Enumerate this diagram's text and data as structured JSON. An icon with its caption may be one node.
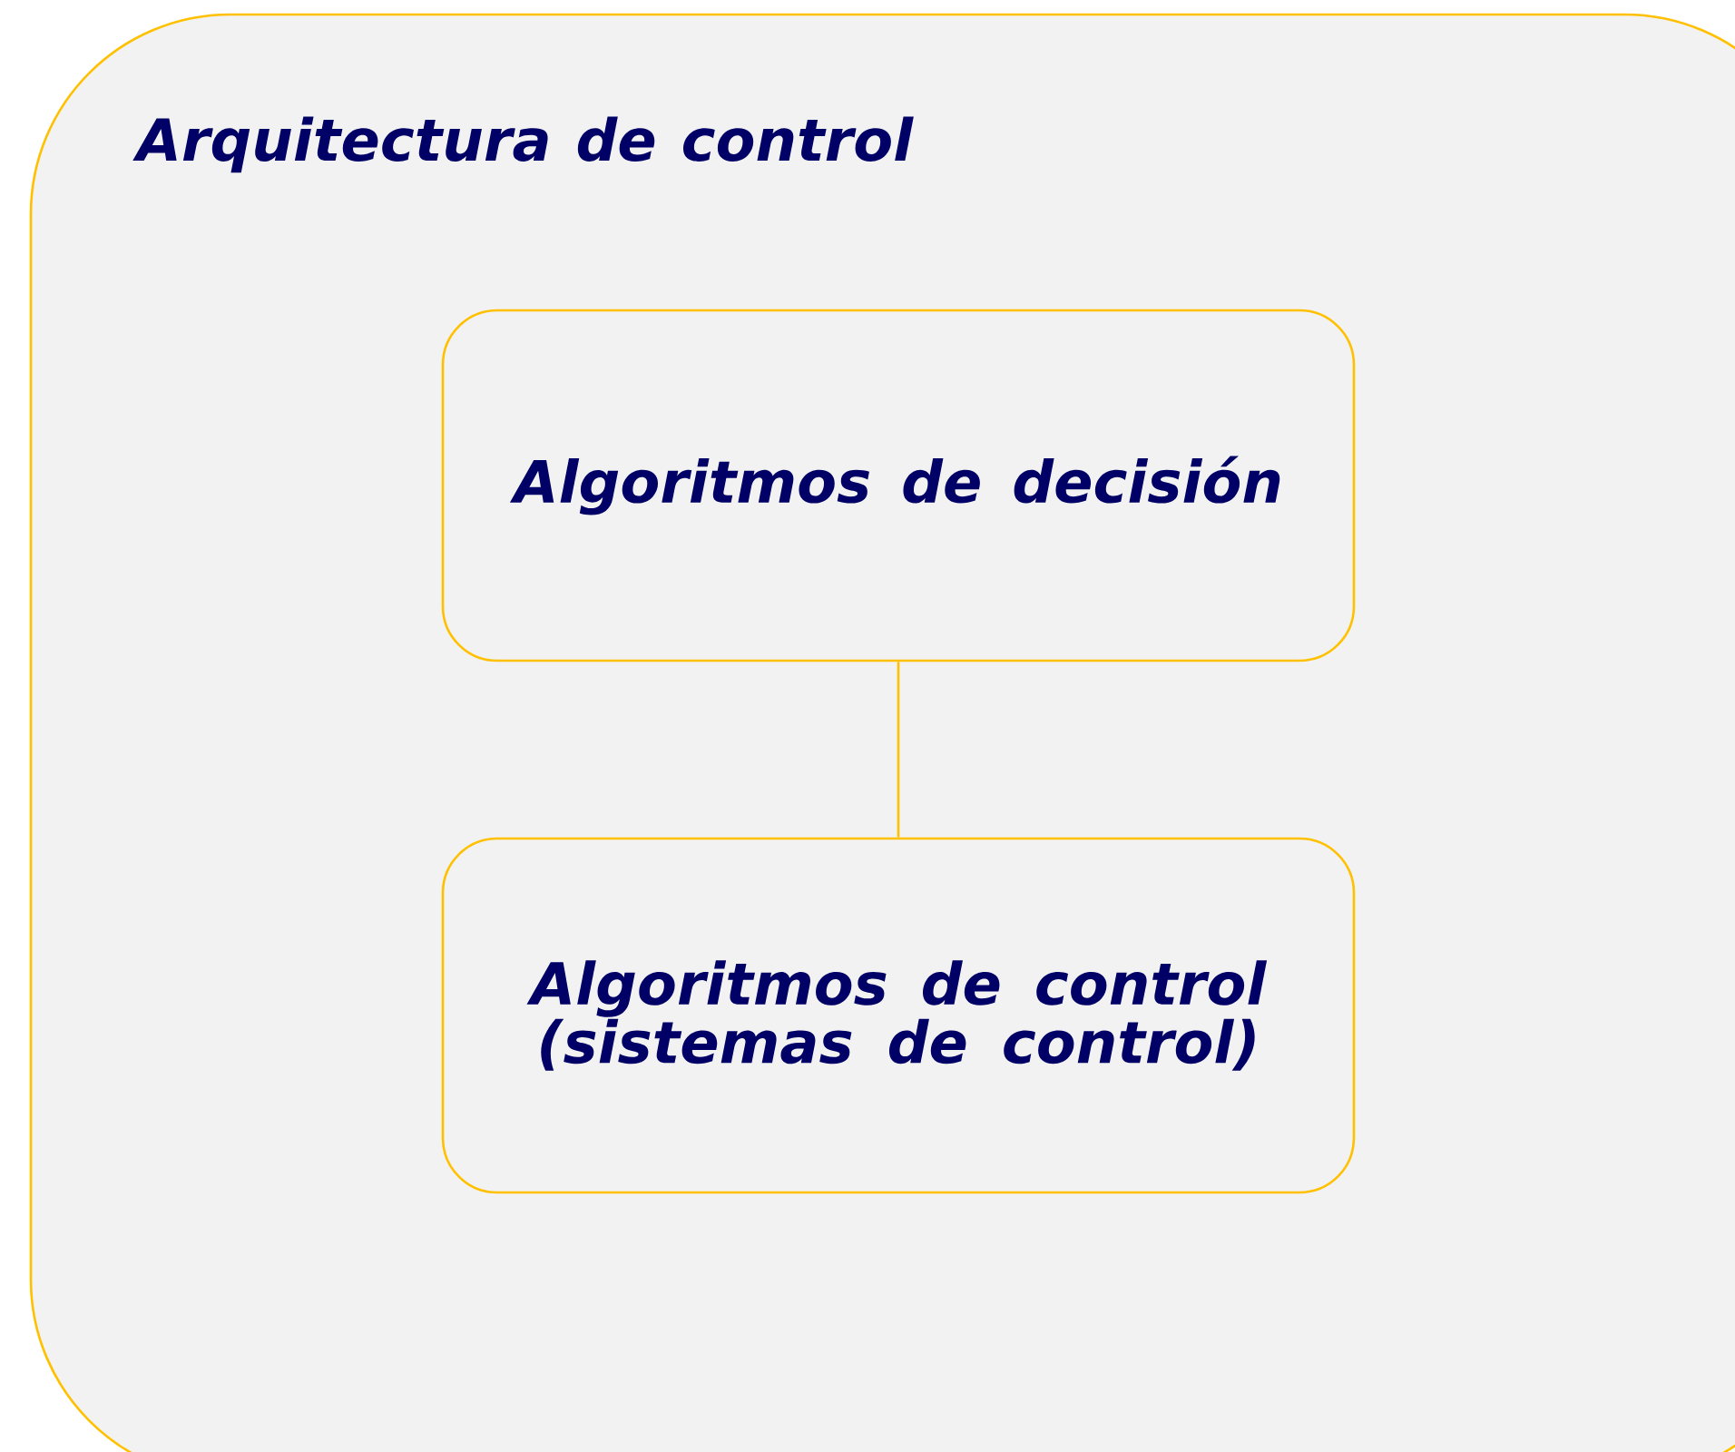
{
  "diagram": {
    "nodes": [
      {
        "text": [
          "Arquitectura de control"
        ]
      },
      {
        "text": [
          "Algoritmos de decisión"
        ],
        "in": 0
      },
      {
        "text": [
          "Algoritmos de control (sistemas de control)"
        ],
        "in": 0
      }
    ],
    "edges": [
      {
        "from": 1,
        "to": 2,
        "arrow": "none"
      }
    ]
  }
}
